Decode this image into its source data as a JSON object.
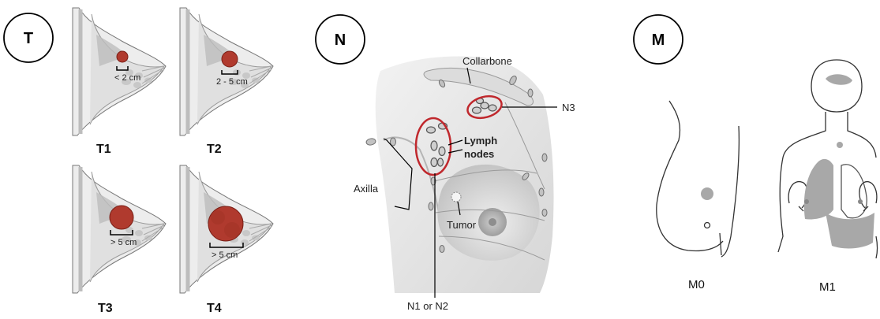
{
  "panels": {
    "t": {
      "badge": "T",
      "stages": [
        {
          "label": "T1",
          "size": "< 2 cm"
        },
        {
          "label": "T2",
          "size": "2 - 5 cm"
        },
        {
          "label": "T3",
          "size": "> 5 cm"
        },
        {
          "label": "T4",
          "size": "> 5 cm"
        }
      ]
    },
    "n": {
      "badge": "N",
      "labels": {
        "collarbone": "Collarbone",
        "n3": "N3",
        "lymph_line1": "Lymph",
        "lymph_line2": "nodes",
        "axilla": "Axilla",
        "tumor": "Tumor",
        "n1_n2": "N1 or N2"
      }
    },
    "m": {
      "badge": "M",
      "labels": {
        "m0": "M0",
        "m1": "M1"
      }
    }
  },
  "colors": {
    "tumor": "#b03a2e",
    "highlight_ring": "#c0282d",
    "tissue": "#e3e3e3",
    "lobule": "#c9c9c9",
    "metastasis": "#a8a8a8",
    "outline": "#333333"
  }
}
